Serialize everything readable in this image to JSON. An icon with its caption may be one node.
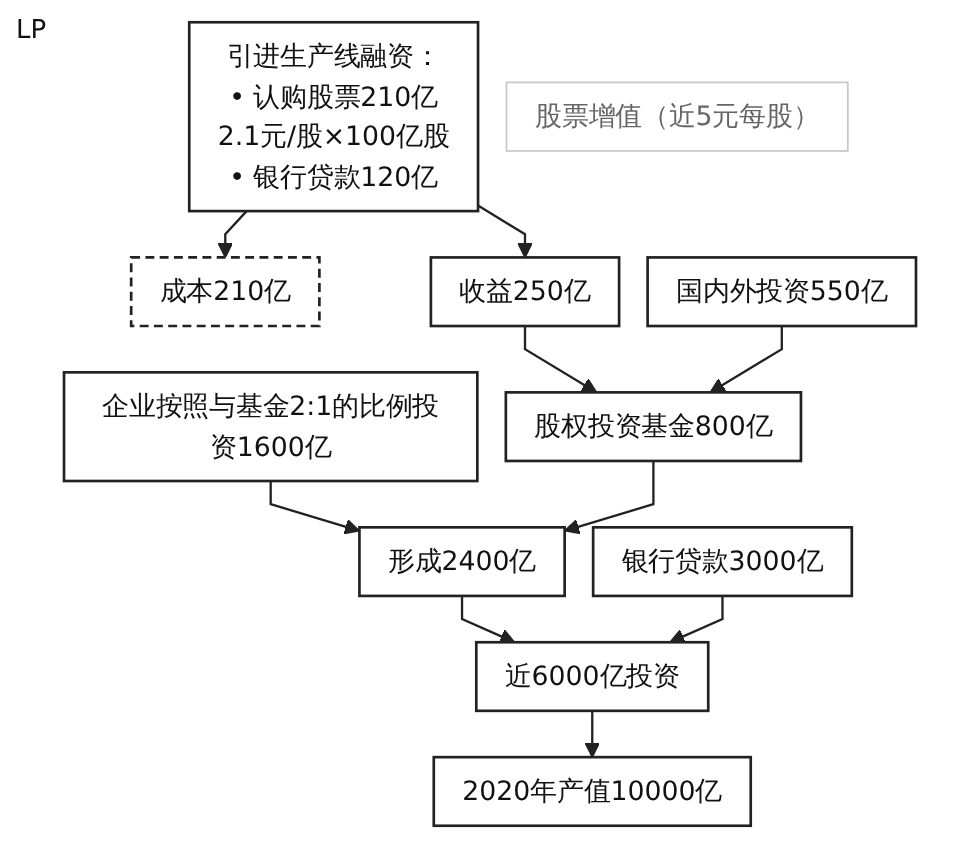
{
  "diagram": {
    "nodes": [
      {
        "text": [
          "引进生产线融资：",
          "• 认购股票210亿",
          "2.1元/股×100亿股",
          "• 银行贷款120亿"
        ]
      },
      {
        "text": [
          "成本210亿"
        ]
      },
      {
        "text": [
          "股票增值（近5元每股）"
        ]
      },
      {
        "text": [
          "收益250亿"
        ]
      },
      {
        "text": [
          "国内外投资550亿"
        ]
      },
      {
        "text": [
          "企业按照与基金2:1的比例投资1600亿"
        ]
      },
      {
        "text": [
          "股权投资基金800亿"
        ]
      },
      {
        "text": [
          "形成2400亿"
        ]
      },
      {
        "text": [
          "银行贷款3000亿"
        ]
      },
      {
        "text": [
          "近6000亿投资"
        ]
      },
      {
        "text": [
          "2020年产值10000亿"
        ]
      }
    ],
    "edges": [
      {
        "from": 0,
        "to": 3,
        "arrow": "to"
      },
      {
        "from": 0,
        "to": 1,
        "arrow": "to"
      },
      {
        "from": 3,
        "to": 6,
        "arrow": "to"
      },
      {
        "from": 4,
        "to": 6,
        "arrow": "to"
      },
      {
        "from": 5,
        "to": 7,
        "arrow": "to"
      },
      {
        "from": 6,
        "to": 7,
        "arrow": "to"
      },
      {
        "from": 7,
        "to": 9,
        "arrow": "to"
      },
      {
        "from": 8,
        "to": 9,
        "arrow": "to"
      },
      {
        "from": 9,
        "to": 10,
        "arrow": "to"
      }
    ],
    "labels": [
      "LP"
    ]
  }
}
